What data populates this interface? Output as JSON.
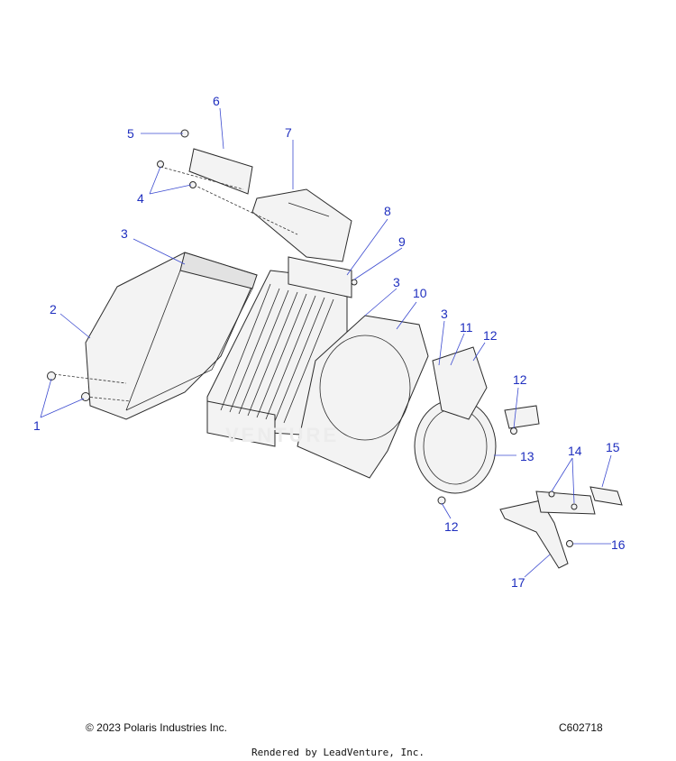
{
  "callouts": [
    {
      "id": "c1",
      "label": "1"
    },
    {
      "id": "c2",
      "label": "2"
    },
    {
      "id": "c3a",
      "label": "3"
    },
    {
      "id": "c3b",
      "label": "3"
    },
    {
      "id": "c3c",
      "label": "3"
    },
    {
      "id": "c4",
      "label": "4"
    },
    {
      "id": "c5",
      "label": "5"
    },
    {
      "id": "c6",
      "label": "6"
    },
    {
      "id": "c7",
      "label": "7"
    },
    {
      "id": "c8",
      "label": "8"
    },
    {
      "id": "c9",
      "label": "9"
    },
    {
      "id": "c10",
      "label": "10"
    },
    {
      "id": "c11",
      "label": "11"
    },
    {
      "id": "c12a",
      "label": "12"
    },
    {
      "id": "c12b",
      "label": "12"
    },
    {
      "id": "c12c",
      "label": "12"
    },
    {
      "id": "c13",
      "label": "13"
    },
    {
      "id": "c14",
      "label": "14"
    },
    {
      "id": "c15",
      "label": "15"
    },
    {
      "id": "c16",
      "label": "16"
    },
    {
      "id": "c17",
      "label": "17"
    }
  ],
  "footer": {
    "copyright": "© 2023 Polaris Industries Inc.",
    "diagram_id": "C602718",
    "rendered_by": "Rendered by LeadVenture, Inc."
  },
  "watermark": "VENTURE",
  "colors": {
    "callout": "#1f2fbf",
    "outline": "#2b2b2b"
  }
}
